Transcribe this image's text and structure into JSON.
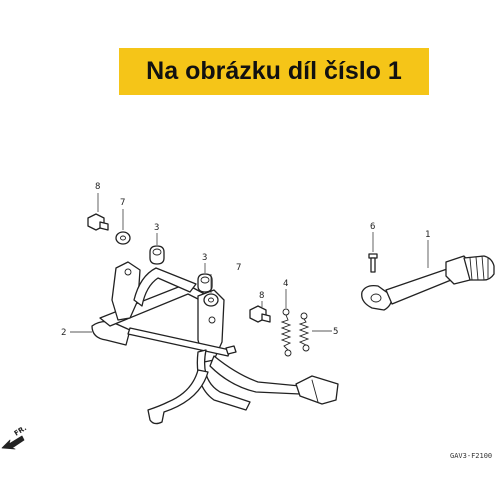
{
  "banner": {
    "text": "Na obrázku díl číslo 1",
    "color": "#f5c518"
  },
  "callouts": [
    {
      "id": "8a",
      "number": "8"
    },
    {
      "id": "7a",
      "number": "7"
    },
    {
      "id": "3a",
      "number": "3"
    },
    {
      "id": "3b",
      "number": "3"
    },
    {
      "id": "7b",
      "number": "7"
    },
    {
      "id": "8b",
      "number": "8"
    },
    {
      "id": "4",
      "number": "4"
    },
    {
      "id": "5",
      "number": "5"
    },
    {
      "id": "6",
      "number": "6"
    },
    {
      "id": "1",
      "number": "1"
    },
    {
      "id": "2",
      "number": "2"
    }
  ],
  "direction_label": "FR.",
  "diagram_code": "GAV3-F2100",
  "icons": {
    "front_arrow": "front-direction-arrow-icon"
  }
}
